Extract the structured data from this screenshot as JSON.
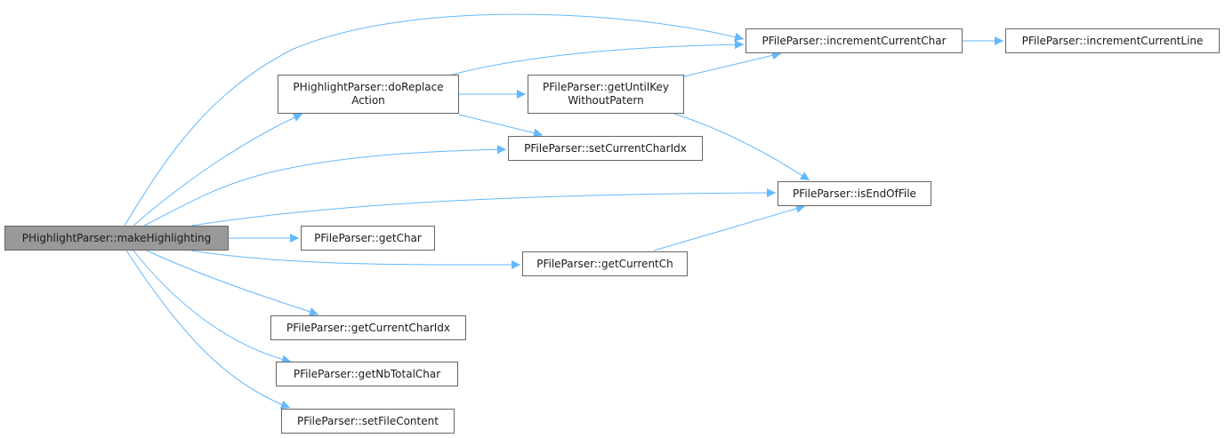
{
  "diagram": {
    "type": "call-graph",
    "edge_color": "#63b8ff",
    "root_fill": "#999999",
    "nodes": {
      "makeHighlighting": "PHighlightParser::makeHighlighting",
      "doReplaceAction_1": "PHighlightParser::doReplace",
      "doReplaceAction_2": "Action",
      "getUntilKey_1": "PFileParser::getUntilKey",
      "getUntilKey_2": "WithoutPatern",
      "setCurrentCharIdx": "PFileParser::setCurrentCharIdx",
      "incrementCurrentChar": "PFileParser::incrementCurrentChar",
      "incrementCurrentLine": "PFileParser::incrementCurrentLine",
      "isEndOfFile": "PFileParser::isEndOfFile",
      "getChar": "PFileParser::getChar",
      "getCurrentCh": "PFileParser::getCurrentCh",
      "getCurrentCharIdx": "PFileParser::getCurrentCharIdx",
      "getNbTotalChar": "PFileParser::getNbTotalChar",
      "setFileContent": "PFileParser::setFileContent"
    },
    "edges": [
      [
        "makeHighlighting",
        "incrementCurrentChar"
      ],
      [
        "makeHighlighting",
        "doReplaceAction"
      ],
      [
        "makeHighlighting",
        "setCurrentCharIdx"
      ],
      [
        "makeHighlighting",
        "isEndOfFile"
      ],
      [
        "makeHighlighting",
        "getChar"
      ],
      [
        "makeHighlighting",
        "getCurrentCh"
      ],
      [
        "makeHighlighting",
        "getCurrentCharIdx"
      ],
      [
        "makeHighlighting",
        "getNbTotalChar"
      ],
      [
        "makeHighlighting",
        "setFileContent"
      ],
      [
        "doReplaceAction",
        "incrementCurrentChar"
      ],
      [
        "doReplaceAction",
        "getUntilKeyWithoutPatern"
      ],
      [
        "doReplaceAction",
        "setCurrentCharIdx"
      ],
      [
        "getUntilKeyWithoutPatern",
        "incrementCurrentChar"
      ],
      [
        "getUntilKeyWithoutPatern",
        "isEndOfFile"
      ],
      [
        "incrementCurrentChar",
        "incrementCurrentLine"
      ],
      [
        "getCurrentCh",
        "isEndOfFile"
      ]
    ]
  }
}
